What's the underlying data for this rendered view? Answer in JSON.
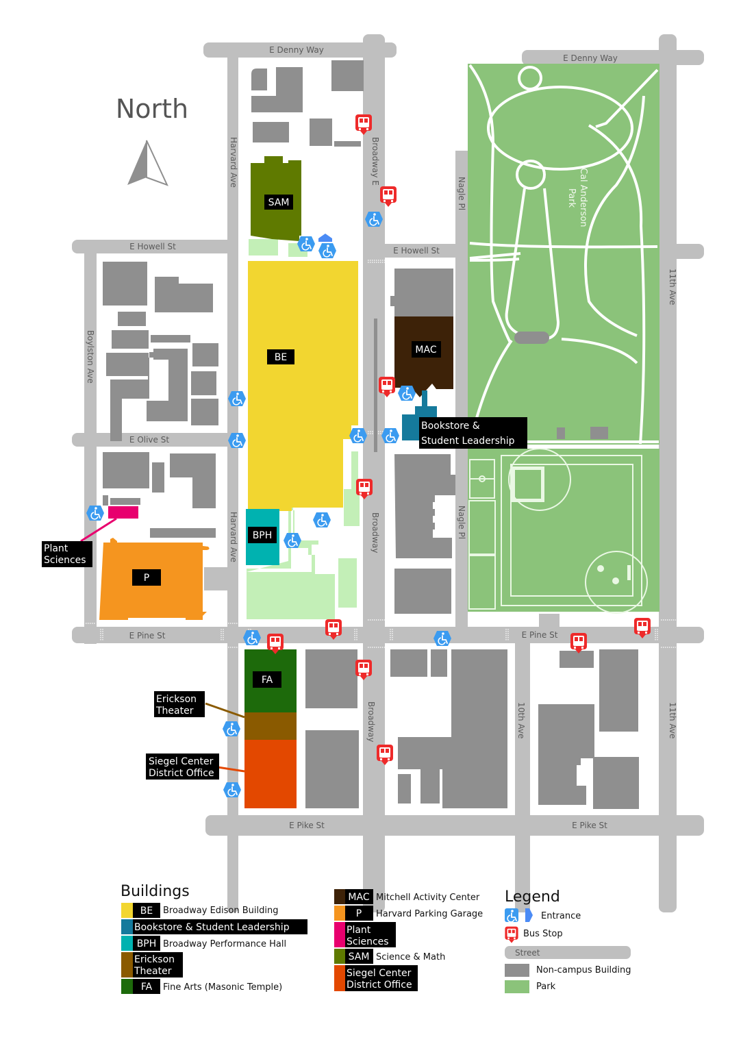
{
  "compass": {
    "label": "North"
  },
  "colors": {
    "street": "#bfbfbf",
    "noncampus": "#8f8f8f",
    "park": "#8bc37a",
    "light_green": "#c3efb7",
    "BE": "#f2d630",
    "Bookstore": "#157a9c",
    "BPH": "#00b2b0",
    "Erickson": "#8a5a00",
    "FA": "#1d6a0b",
    "MAC": "#3d2208",
    "P": "#f5951f",
    "Plant": "#e8006e",
    "SAM": "#5f7a00",
    "Siegel": "#e34800",
    "entrance": "#3b9bf0",
    "bus": "#ee2a2a"
  },
  "streets": {
    "denny_w": "E Denny Way",
    "denny_e": "E Denny Way",
    "howell_w": "E Howell St",
    "howell_e": "E Howell St",
    "olive": "E Olive St",
    "pine_w": "E Pine St",
    "pine_e": "E Pine St",
    "pike_w": "E Pike St",
    "pike_e": "E Pike St",
    "harvard_n": "Harvard Ave",
    "harvard_s": "Harvard Ave",
    "broadway_e": "Broadway E",
    "broadway_mid": "Broadway",
    "broadway_s": "Broadway",
    "boylston": "Boylston Ave",
    "nagle_n": "Nagle Pl",
    "nagle_s": "Nagle Pl",
    "tenth": "10th Ave",
    "eleventh_n": "11th Ave",
    "eleventh_s": "11th Ave"
  },
  "park": {
    "name_line1": "Cal Anderson",
    "name_line2": "Park"
  },
  "map_labels": {
    "SAM": "SAM",
    "BE": "BE",
    "MAC": "MAC",
    "bookstore_line1": "Bookstore &",
    "bookstore_line2": "Student Leadership",
    "BPH": "BPH",
    "P": "P",
    "plant_line1": "Plant",
    "plant_line2": "Sciences",
    "FA": "FA",
    "erickson_line1": "Erickson",
    "erickson_line2": "Theater",
    "siegel_line1": "Siegel Center",
    "siegel_line2": "District Office"
  },
  "buildings_legend": {
    "title": "Buildings",
    "items": [
      {
        "code": "BE",
        "name": "Broadway Edison Building",
        "color": "#f2d630"
      },
      {
        "code": "Bookstore & Student Leadership",
        "name": "",
        "color": "#157a9c"
      },
      {
        "code": "BPH",
        "name": "Broadway Performance Hall",
        "color": "#00b2b0"
      },
      {
        "code_line1": "Erickson",
        "code_line2": "Theater",
        "name": "",
        "color": "#8a5a00"
      },
      {
        "code": "FA",
        "name": "Fine Arts (Masonic Temple)",
        "color": "#1d6a0b"
      },
      {
        "code": "MAC",
        "name": "Mitchell Activity Center",
        "color": "#3d2208"
      },
      {
        "code": "P",
        "name": "Harvard Parking Garage",
        "color": "#f5951f"
      },
      {
        "code_line1": "Plant",
        "code_line2": "Sciences",
        "name": "",
        "color": "#e8006e"
      },
      {
        "code": "SAM",
        "name": "Science & Math",
        "color": "#5f7a00"
      },
      {
        "code_line1": "Siegel Center",
        "code_line2": "District Office",
        "name": "",
        "color": "#e34800"
      }
    ]
  },
  "legend": {
    "title": "Legend",
    "entrance": "Entrance",
    "bus_stop": "Bus Stop",
    "street": "Street",
    "noncampus": "Non-campus Building",
    "park": "Park"
  }
}
